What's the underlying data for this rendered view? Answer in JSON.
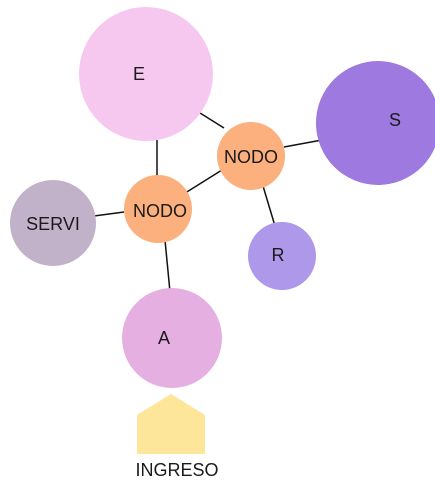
{
  "diagram": {
    "nodes": {
      "e": {
        "label": "E",
        "color": "#f7c8ef"
      },
      "s": {
        "label": "S",
        "color": "#9d79e0"
      },
      "node_top": {
        "label": "NODO",
        "color": "#fbb07e"
      },
      "node_mid": {
        "label": "NODO",
        "color": "#fbb07e"
      },
      "servi": {
        "label": "SERVI",
        "color": "#c2b2c9"
      },
      "r": {
        "label": "R",
        "color": "#ae98ea"
      },
      "a": {
        "label": "A",
        "color": "#e6afe2"
      }
    },
    "entry": {
      "label": "INGRESO",
      "color": "#fde59a"
    },
    "line_color": "#111111"
  }
}
